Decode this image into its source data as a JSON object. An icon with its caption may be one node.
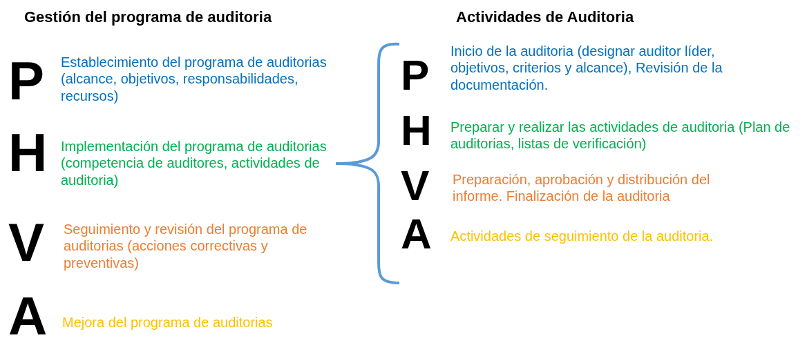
{
  "diagram": {
    "labels": [
      "Gestión del programa de auditoria",
      "P",
      "Establecimiento del programa de auditorias (alcance, objetivos, responsabilidades, recursos)",
      "H",
      "Implementación del programa de auditorias (competencia de auditores, actividades de auditoria)",
      "V",
      "Seguimiento y revisión del programa de auditorias (acciones correctivas y preventivas)",
      "A",
      "Mejora del programa de auditorias",
      "Actividades de Auditoria",
      "P",
      "Inicio de la auditoria (designar auditor líder, objetivos, criterios y alcance), Revisión de la documentación.",
      "H",
      "Preparar y realizar las actividades de auditoria (Plan de auditorias, listas de verificación)",
      "V",
      "Preparación, aprobación y distribución del informe. Finalización de la auditoria",
      "A",
      "Actividades de seguimiento de la auditoria."
    ]
  }
}
